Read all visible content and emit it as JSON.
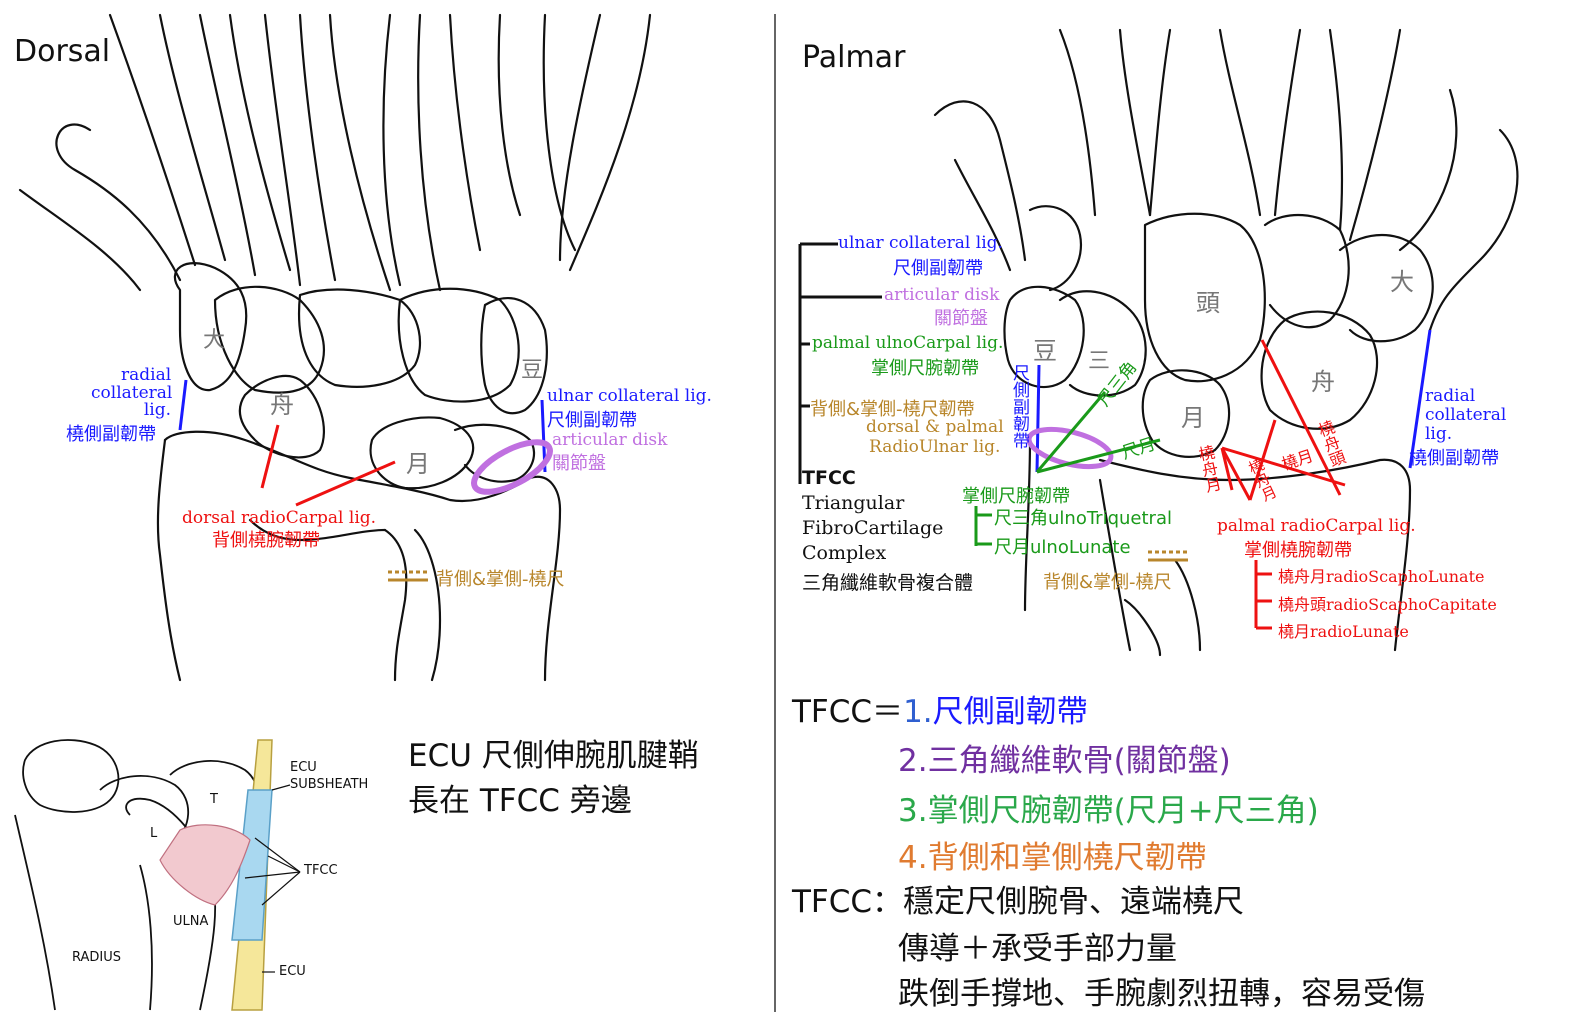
{
  "dorsal": {
    "title": "Dorsal",
    "bones": {
      "trapezium": "大",
      "scaphoid": "舟",
      "lunate": "月",
      "pisiform": "豆"
    },
    "radial_collateral": {
      "en1": "radial",
      "en2": "collateral",
      "en3": "lig.",
      "zh": "橈側副韌帶"
    },
    "ulnar_collateral": {
      "en": "ulnar collateral lig.",
      "zh": "尺側副韌帶"
    },
    "articular_disk": {
      "en": "articular disk",
      "zh": "關節盤"
    },
    "dorsal_radiocarpal": {
      "en": "dorsal radioCarpal lig.",
      "zh": "背側橈腕韌帶"
    },
    "radioulnar": {
      "zh": "背側&掌側-橈尺"
    }
  },
  "palmar": {
    "title": "Palmar",
    "bones": {
      "capitate": "頭",
      "trapezium": "大",
      "scaphoid": "舟",
      "lunate": "月",
      "pisiform": "豆",
      "triquetrum": "三"
    },
    "legend": {
      "ulnar_en": "ulnar collateral lig.",
      "ulnar_zh": "尺側副韌帶",
      "disk_en": "articular disk",
      "disk_zh": "關節盤",
      "palmar_uc_en": "palmal ulnoCarpal lig.",
      "palmar_uc_zh": "掌側尺腕韌帶",
      "ru_zh": "背側&掌側-橈尺韌帶",
      "ru_en1": "dorsal & palmal",
      "ru_en2": "RadioUlnar lig.",
      "tfcc": "TFCC",
      "tfcc_l1": "Triangular",
      "tfcc_l2": "FibroCartilage",
      "tfcc_l3": "Complex",
      "tfcc_zh": "三角纖維軟骨複合體"
    },
    "ulnar_vertical": "尺側副韌帶",
    "ulno_tri_diag": "尺三角",
    "ulno_lun_diag": "尺月",
    "palmar_uc": "掌側尺腕韌帶",
    "ulno_tri": "尺三角ulnoTriquetral",
    "ulno_lun": "尺月ulnoLunate",
    "radioulnar": "背側&掌側-橈尺",
    "radioscapholunate_diag": "橈舟月",
    "radioscaphocapitate_diag": "橈舟頭",
    "radiolunate_diag": "橈月",
    "radiocapitate_diag2": "橈舟月",
    "radial_collateral": {
      "en1": "radial",
      "en2": "collateral",
      "en3": "lig.",
      "zh": "橈側副韌帶"
    },
    "palmar_rc": {
      "en": "palmal radioCarpal lig.",
      "zh": "掌側橈腕韌帶"
    },
    "rsl": "橈舟月radioScaphoLunate",
    "rsc": "橈舟頭radioScaphoCapitate",
    "rl": "橈月radioLunate"
  },
  "inset": {
    "labels": {
      "ecu_top": "ECU",
      "subsheath": "SUBSHEATH",
      "tfcc": "TFCC",
      "ulna": "ULNA",
      "radius": "RADIUS",
      "ecu": "ECU",
      "t": "T",
      "l": "L"
    }
  },
  "ecu_note": {
    "line1": "ECU 尺側伸腕肌腱鞘",
    "line2": "長在 TFCC 旁邊"
  },
  "summary": {
    "prefix": "TFCC＝",
    "item1_num": "1.",
    "item1": "尺側副韌帶",
    "item2": "2.三角纖維軟骨(關節盤)",
    "item3": "3.掌側尺腕韌帶(尺月+尺三角)",
    "item4": "4.背側和掌側橈尺韌帶",
    "role_prefix": "TFCC：",
    "role1": "穩定尺側腕骨、遠端橈尺",
    "role2": "傳導＋承受手部力量",
    "role3": "跌倒手撐地、手腕劇烈扭轉，容易受傷"
  },
  "colors": {
    "blue": "#1a1aff",
    "red": "#e11",
    "green": "#1a9a1a",
    "purple": "#c070e0",
    "gold": "#b8862b",
    "summary_purple": "#7030a0",
    "summary_orange": "#e07b30",
    "summary_green": "#2aa84a",
    "summary_blue": "#2f5fd0"
  }
}
